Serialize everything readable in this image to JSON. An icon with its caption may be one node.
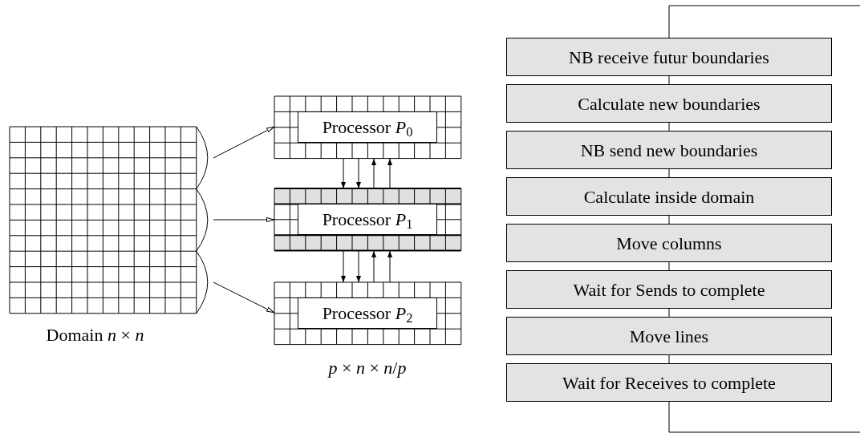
{
  "diagram": {
    "nodes": [
      {
        "text": [],
        "shape": "box",
        "beside": [
          "Domain *n* × *n*"
        ]
      },
      {
        "text": [],
        "shape": "box"
      },
      {
        "text": [
          "Processor *P*$_{0}$"
        ],
        "in": 1
      },
      {
        "text": [],
        "shape": "box"
      },
      {
        "text": [
          "Processor *P*$_{1}$"
        ],
        "in": 3
      },
      {
        "text": [],
        "shape": "box"
      },
      {
        "text": [
          "Processor *P*$_{2}$"
        ],
        "in": 5
      },
      {
        "text": [
          "NB receive futur boundaries"
        ]
      },
      {
        "text": [
          "Calculate new boundaries"
        ]
      },
      {
        "text": [
          "NB send new boundaries"
        ]
      },
      {
        "text": [
          "Calculate inside domain"
        ]
      },
      {
        "text": [
          "Move columns"
        ]
      },
      {
        "text": [
          "Wait for Sends to complete"
        ]
      },
      {
        "text": [
          "Move lines"
        ]
      },
      {
        "text": [
          "Wait for Receives to complete"
        ]
      }
    ],
    "edges": [
      {
        "from": 0,
        "to": 1,
        "arrow": "to"
      },
      {
        "from": 0,
        "to": 3,
        "arrow": "to"
      },
      {
        "from": 0,
        "to": 5,
        "arrow": "to"
      },
      {
        "from": 1,
        "to": 3,
        "arrow": "to"
      },
      {
        "from": 1,
        "to": 3,
        "arrow": "to"
      },
      {
        "from": 3,
        "to": 1,
        "arrow": "to"
      },
      {
        "from": 3,
        "to": 1,
        "arrow": "to"
      },
      {
        "from": 3,
        "to": 5,
        "arrow": "to"
      },
      {
        "from": 3,
        "to": 5,
        "arrow": "to"
      },
      {
        "from": 5,
        "to": 3,
        "arrow": "to"
      },
      {
        "from": 5,
        "to": 3,
        "arrow": "to"
      },
      {
        "from": 7,
        "to": 8,
        "arrow": "none"
      },
      {
        "from": 8,
        "to": 9,
        "arrow": "none"
      },
      {
        "from": 9,
        "to": 10,
        "arrow": "none"
      },
      {
        "from": 10,
        "to": 11,
        "arrow": "none"
      },
      {
        "from": 11,
        "to": 12,
        "arrow": "none"
      },
      {
        "from": 12,
        "to": 13,
        "arrow": "none"
      },
      {
        "from": 13,
        "to": 14,
        "arrow": "none"
      },
      {
        "from": 14,
        "to": 7,
        "arrow": "none"
      }
    ],
    "labels": [
      "*p* × *n* × *n*/*p*"
    ]
  }
}
